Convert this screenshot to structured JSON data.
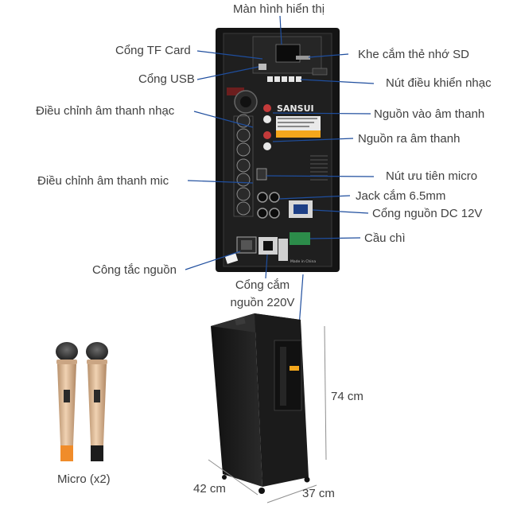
{
  "labels": {
    "display": "Màn hình hiển thị",
    "tf_port": "Cổng TF Card",
    "sd_slot": "Khe cắm thẻ nhớ SD",
    "usb_port": "Cổng USB",
    "music_buttons": "Nút điều khiển nhạc",
    "music_adjust": "Điều chỉnh âm thanh nhạc",
    "audio_in": "Nguồn vào âm thanh",
    "audio_out": "Nguồn ra âm thanh",
    "mic_priority": "Nút ưu tiên micro",
    "mic_adjust": "Điều chỉnh âm thanh mic",
    "jack": "Jack cắm 6.5mm",
    "dc_port": "Cổng nguồn DC 12V",
    "fuse": "Cầu chì",
    "power_switch": "Công tắc nguồn",
    "ac_port_line1": "Cổng cắm",
    "ac_port_line2": "nguồn 220V"
  },
  "dimensions": {
    "height": "74 cm",
    "depth": "42 cm",
    "width": "37 cm"
  },
  "micro_label": "Micro (x2)",
  "panel_brand": "SANSUI",
  "panel_texts": {
    "made_in": "Made in China"
  },
  "colors": {
    "leader": "#1f4e9e",
    "label_text": "#404040",
    "panel": "#1a1a1a",
    "speaker_body": "#1c1c1c",
    "mic_gold": "#d8b48e",
    "mic_orange": "#f08c2a"
  }
}
